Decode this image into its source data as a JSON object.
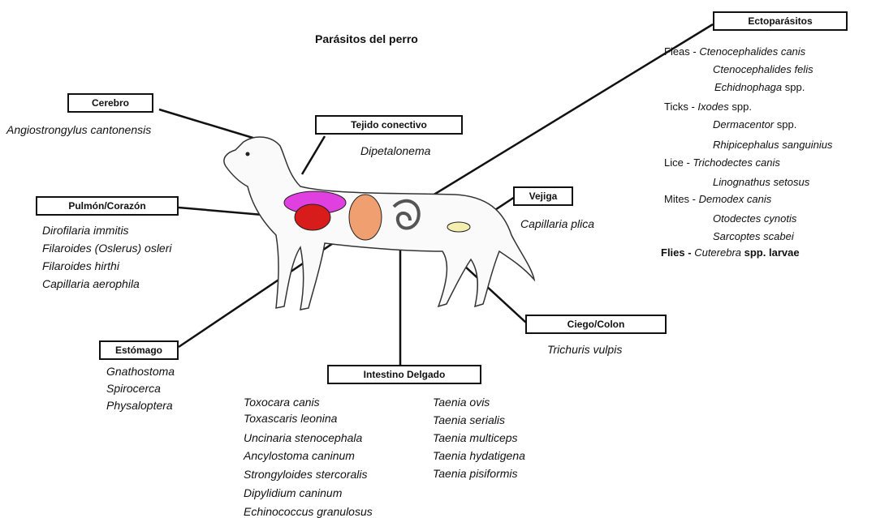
{
  "title": "Parásitos del perro",
  "labels": {
    "cerebro": "Cerebro",
    "tejido": "Tejido conectivo",
    "pulmon": "Pulmón/Corazón",
    "vejiga": "Vejiga",
    "estomago": "Estómago",
    "intestino": "Intestino Delgado",
    "ciego": "Ciego/Colon",
    "ecto": "Ectoparásitos"
  },
  "cerebro_list": [
    "Angiostrongylus cantonensis"
  ],
  "tejido_list": [
    "Dipetalonema"
  ],
  "pulmon_list": [
    "Dirofilaria immitis",
    "Filaroides (Oslerus) osleri",
    "Filaroides hirthi",
    "Capillaria aerophila"
  ],
  "vejiga_list": [
    "Capillaria plica"
  ],
  "estomago_list": [
    "Gnathostoma",
    "Spirocerca",
    "Physaloptera"
  ],
  "ciego_list": [
    "Trichuris vulpis"
  ],
  "intestino_col1": [
    "Toxocara canis",
    "Toxascaris leonina",
    "Uncinaria stenocephala",
    "Ancylostoma caninum",
    "Strongyloides stercoralis",
    "Dipylidium caninum",
    "Echinococcus granulosus"
  ],
  "intestino_col2": [
    "Taenia ovis",
    "Taenia serialis",
    "Taenia multiceps",
    "Taenia hydatigena",
    "Taenia pisiformis"
  ],
  "ecto": {
    "fleas_label": "Fleas -",
    "fleas": [
      "Ctenocephalides canis",
      "Ctenocephalides felis",
      "Echidnophaga"
    ],
    "spp": "spp.",
    "ticks_label": "Ticks -",
    "ticks": [
      "Ixodes",
      "Dermacentor",
      "Rhipicephalus sanguinius"
    ],
    "lice_label": "Lice -",
    "lice": [
      "Trichodectes canis",
      "Linognathus setosus"
    ],
    "mites_label": "Mites -",
    "mites": [
      "Demodex canis",
      "Otodectes cynotis",
      "Sarcoptes scabei"
    ],
    "flies_label": "Flies -",
    "flies": "Cuterebra",
    "larvae": "spp. larvae"
  },
  "colors": {
    "lung": "#e040e0",
    "heart": "#d81b1b",
    "stomach": "#f0a070",
    "bladder": "#f4eeb0",
    "line": "#111111"
  }
}
